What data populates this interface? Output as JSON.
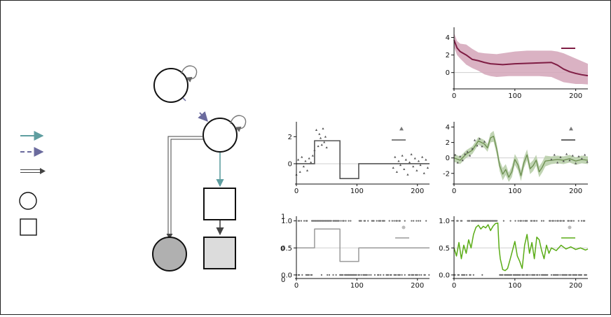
{
  "colors": {
    "teal": "#5f9ea0",
    "purple": "#6b6b9e",
    "dark": "#444444",
    "maroon": "#7f1d44",
    "maroon_band": "#d4a4b9",
    "green": "#5aac16",
    "olive": "#6b8e4e",
    "olive_band": "#b5cca6",
    "gray_line": "#9a9a9a",
    "node_gray_fill": "#b0b0b0",
    "node_light_fill": "#dcdcdc",
    "marker": "#666666"
  },
  "legend": {
    "items": [
      {
        "icon": "solid-teal-arrow-icon"
      },
      {
        "icon": "dashed-purple-arrow-icon"
      },
      {
        "icon": "double-line-arrow-icon"
      },
      {
        "icon": "circle-node-icon"
      },
      {
        "icon": "square-node-icon"
      }
    ]
  },
  "chart_data": [
    {
      "id": "top-right",
      "type": "area",
      "xlim": [
        0,
        220
      ],
      "ylim": [
        -1.7,
        5.0
      ],
      "xticks": [
        0,
        100,
        200
      ],
      "yticks": [
        0,
        2,
        4
      ],
      "xtick_labels": [
        "0",
        "100",
        "200"
      ],
      "ytick_labels": [
        "0",
        "2",
        "4"
      ],
      "legend": "line-only",
      "series": [
        {
          "style": "line-with-band",
          "x": [
            0,
            5,
            10,
            20,
            30,
            40,
            50,
            60,
            70,
            80,
            90,
            100,
            120,
            140,
            160,
            170,
            180,
            190,
            200,
            210,
            220
          ],
          "y": [
            3.7,
            2.8,
            2.4,
            2.0,
            1.5,
            1.35,
            1.15,
            1.0,
            0.95,
            0.9,
            0.95,
            1.0,
            1.05,
            1.1,
            1.15,
            0.85,
            0.4,
            0.1,
            -0.1,
            -0.25,
            -0.35
          ],
          "band_low": [
            2.9,
            2.0,
            1.6,
            0.9,
            0.5,
            0.2,
            -0.2,
            -0.4,
            -0.5,
            -0.45,
            -0.4,
            -0.4,
            -0.4,
            -0.4,
            -0.5,
            -0.8,
            -1.1,
            -1.2,
            -1.3,
            -1.3,
            -1.35
          ],
          "band_high": [
            4.5,
            3.6,
            3.3,
            3.2,
            2.7,
            2.3,
            2.2,
            2.15,
            2.1,
            2.2,
            2.3,
            2.4,
            2.5,
            2.5,
            2.5,
            2.4,
            2.2,
            1.9,
            1.6,
            1.3,
            1.0
          ]
        }
      ]
    },
    {
      "id": "middle-left",
      "type": "scatter",
      "xlim": [
        0,
        220
      ],
      "ylim": [
        -1.4,
        3.0
      ],
      "xticks": [
        0,
        100,
        200
      ],
      "yticks": [
        0,
        2
      ],
      "xtick_labels": [
        "0",
        "100",
        "200"
      ],
      "ytick_labels": [
        "0",
        "2"
      ],
      "legend": "marker-and-line",
      "step_line": {
        "x": [
          0,
          30,
          30,
          72,
          72,
          103,
          103,
          220
        ],
        "y": [
          0,
          0,
          1.7,
          1.7,
          -1.1,
          -1.1,
          0,
          0
        ]
      },
      "points": [
        {
          "x": 0,
          "y": -0.8
        },
        {
          "x": 3,
          "y": 0.3
        },
        {
          "x": 6,
          "y": -0.6
        },
        {
          "x": 9,
          "y": 0.5
        },
        {
          "x": 12,
          "y": -0.2
        },
        {
          "x": 15,
          "y": 0.2
        },
        {
          "x": 18,
          "y": -0.5
        },
        {
          "x": 21,
          "y": 0.4
        },
        {
          "x": 24,
          "y": 0.1
        },
        {
          "x": 27,
          "y": 0.6
        },
        {
          "x": 30,
          "y": 1.0
        },
        {
          "x": 33,
          "y": 2.5
        },
        {
          "x": 36,
          "y": 1.3
        },
        {
          "x": 38,
          "y": 2.2
        },
        {
          "x": 40,
          "y": 1.9
        },
        {
          "x": 42,
          "y": 1.4
        },
        {
          "x": 44,
          "y": 2.6
        },
        {
          "x": 46,
          "y": 1.6
        },
        {
          "x": 48,
          "y": 2.0
        },
        {
          "x": 50,
          "y": 1.2
        },
        {
          "x": 160,
          "y": -0.3
        },
        {
          "x": 163,
          "y": 0.5
        },
        {
          "x": 166,
          "y": -0.6
        },
        {
          "x": 169,
          "y": 0.2
        },
        {
          "x": 172,
          "y": -0.1
        },
        {
          "x": 175,
          "y": 0.6
        },
        {
          "x": 178,
          "y": -0.4
        },
        {
          "x": 181,
          "y": 0.3
        },
        {
          "x": 184,
          "y": -0.8
        },
        {
          "x": 187,
          "y": 0.1
        },
        {
          "x": 190,
          "y": 0.7
        },
        {
          "x": 193,
          "y": -0.2
        },
        {
          "x": 196,
          "y": 0.4
        },
        {
          "x": 199,
          "y": -0.5
        },
        {
          "x": 202,
          "y": 0.2
        },
        {
          "x": 205,
          "y": -0.1
        },
        {
          "x": 208,
          "y": 0.5
        },
        {
          "x": 211,
          "y": -0.7
        },
        {
          "x": 214,
          "y": 0.3
        },
        {
          "x": 217,
          "y": -0.3
        }
      ]
    },
    {
      "id": "middle-right",
      "type": "area",
      "xlim": [
        0,
        220
      ],
      "ylim": [
        -3.2,
        4.5
      ],
      "xticks": [
        0,
        100,
        200
      ],
      "yticks": [
        -2,
        0,
        2,
        4
      ],
      "xtick_labels": [
        "0",
        "100",
        "200"
      ],
      "ytick_labels": [
        "-2",
        "0",
        "2",
        "4"
      ],
      "legend": "marker-and-line",
      "series": [
        {
          "style": "line-with-band",
          "x": [
            0,
            10,
            20,
            30,
            40,
            50,
            55,
            60,
            65,
            70,
            75,
            80,
            85,
            90,
            95,
            100,
            105,
            110,
            115,
            120,
            125,
            130,
            135,
            140,
            145,
            150,
            160,
            170,
            180,
            190,
            200,
            210,
            220
          ],
          "y": [
            0,
            -0.3,
            0.5,
            1.0,
            2.2,
            1.8,
            1.3,
            2.6,
            2.8,
            1.2,
            -1.0,
            -2.1,
            -1.5,
            -2.5,
            -1.8,
            -0.2,
            -0.9,
            -2.3,
            -0.6,
            0.4,
            -1.4,
            -1.0,
            -0.3,
            -1.8,
            -1.2,
            -0.4,
            -0.3,
            -0.2,
            -0.3,
            -0.1,
            -0.4,
            -0.2,
            -0.3
          ],
          "band_low": [
            -0.5,
            -0.8,
            0.0,
            0.5,
            1.7,
            1.3,
            0.8,
            2.0,
            2.1,
            0.5,
            -1.7,
            -2.9,
            -2.2,
            -3.1,
            -2.5,
            -0.9,
            -1.6,
            -3.0,
            -1.3,
            -0.3,
            -2.1,
            -1.7,
            -1.0,
            -2.5,
            -1.9,
            -1.1,
            -0.8,
            -0.7,
            -0.8,
            -0.6,
            -0.9,
            -0.7,
            -0.8
          ],
          "band_high": [
            0.5,
            0.2,
            1.0,
            1.5,
            2.7,
            2.3,
            1.8,
            3.2,
            3.5,
            1.9,
            -0.3,
            -1.3,
            -0.8,
            -1.9,
            -1.1,
            0.5,
            -0.2,
            -1.6,
            0.1,
            1.1,
            -0.7,
            -0.3,
            0.4,
            -1.1,
            -0.5,
            0.3,
            0.2,
            0.3,
            0.2,
            0.4,
            0.1,
            0.3,
            0.2
          ]
        }
      ],
      "points": [
        {
          "x": 2,
          "y": 0.4
        },
        {
          "x": 6,
          "y": -0.6
        },
        {
          "x": 10,
          "y": 0.2
        },
        {
          "x": 14,
          "y": -0.3
        },
        {
          "x": 18,
          "y": 0.5
        },
        {
          "x": 22,
          "y": 0.8
        },
        {
          "x": 26,
          "y": 0.3
        },
        {
          "x": 30,
          "y": 1.2
        },
        {
          "x": 34,
          "y": 2.3
        },
        {
          "x": 38,
          "y": 1.6
        },
        {
          "x": 42,
          "y": 2.5
        },
        {
          "x": 46,
          "y": 1.5
        },
        {
          "x": 50,
          "y": 2.1
        },
        {
          "x": 160,
          "y": -0.2
        },
        {
          "x": 165,
          "y": 0.4
        },
        {
          "x": 170,
          "y": -0.6
        },
        {
          "x": 175,
          "y": 0.1
        },
        {
          "x": 180,
          "y": -0.4
        },
        {
          "x": 185,
          "y": 0.5
        },
        {
          "x": 190,
          "y": -0.3
        },
        {
          "x": 195,
          "y": 0.3
        },
        {
          "x": 200,
          "y": -0.7
        },
        {
          "x": 205,
          "y": 0.2
        },
        {
          "x": 210,
          "y": -0.1
        },
        {
          "x": 215,
          "y": 0.4
        },
        {
          "x": 219,
          "y": -0.5
        }
      ]
    },
    {
      "id": "bottom-left",
      "type": "line",
      "xlim": [
        0,
        220
      ],
      "ylim": [
        -0.04,
        1.06
      ],
      "xticks": [
        0,
        100,
        200
      ],
      "yticks": [
        0,
        0.5,
        1
      ],
      "xtick_labels": [
        "0",
        "100",
        "200"
      ],
      "ytick_labels": [
        "0.0",
        "0.5",
        "1.0"
      ],
      "extra_labels": [
        "1",
        "0",
        "0"
      ],
      "legend": "marker-and-line",
      "series": [
        {
          "style": "step",
          "x": [
            0,
            30,
            30,
            72,
            72,
            103,
            103,
            220
          ],
          "y": [
            0.5,
            0.5,
            0.85,
            0.85,
            0.25,
            0.25,
            0.5,
            0.5
          ]
        }
      ],
      "binary_rows": {
        "top_y": 1.0,
        "bottom_y": 0.0
      }
    },
    {
      "id": "bottom-right",
      "type": "line",
      "xlim": [
        0,
        220
      ],
      "ylim": [
        -0.04,
        1.06
      ],
      "xticks": [
        0,
        100,
        200
      ],
      "yticks": [
        0,
        0.5,
        1
      ],
      "xtick_labels": [
        "0",
        "100",
        "200"
      ],
      "ytick_labels": [
        "0.0",
        "0.5",
        "1.0"
      ],
      "legend": "marker-and-line",
      "series": [
        {
          "style": "line",
          "x": [
            0,
            4,
            8,
            12,
            16,
            20,
            24,
            28,
            32,
            36,
            40,
            44,
            48,
            52,
            56,
            60,
            64,
            68,
            72,
            74,
            76,
            80,
            84,
            88,
            92,
            96,
            100,
            104,
            108,
            112,
            116,
            120,
            124,
            128,
            132,
            136,
            140,
            144,
            148,
            152,
            156,
            160,
            168,
            176,
            184,
            192,
            200,
            208,
            216,
            220
          ],
          "y": [
            0.5,
            0.35,
            0.6,
            0.3,
            0.55,
            0.4,
            0.65,
            0.5,
            0.75,
            0.88,
            0.92,
            0.85,
            0.9,
            0.87,
            0.93,
            0.82,
            0.9,
            0.95,
            0.96,
            0.5,
            0.3,
            0.1,
            0.08,
            0.12,
            0.28,
            0.45,
            0.62,
            0.35,
            0.25,
            0.12,
            0.55,
            0.75,
            0.4,
            0.6,
            0.3,
            0.7,
            0.65,
            0.45,
            0.3,
            0.55,
            0.4,
            0.5,
            0.45,
            0.55,
            0.48,
            0.52,
            0.47,
            0.5,
            0.46,
            0.48
          ]
        }
      ],
      "binary_rows": {
        "top_y": 1.0,
        "bottom_y": 0.0
      }
    }
  ]
}
